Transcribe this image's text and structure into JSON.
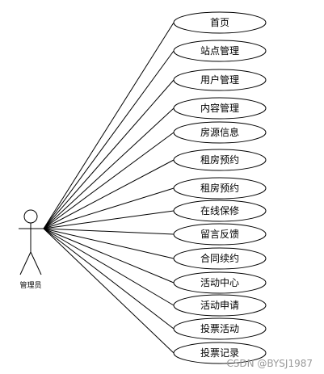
{
  "actor": {
    "name": "管理员"
  },
  "use_cases": [
    "首页",
    "站点管理",
    "用户管理",
    "内容管理",
    "房源信息",
    "租房预约",
    "租房预约",
    "在线保修",
    "留言反馈",
    "合同续约",
    "活动中心",
    "活动申请",
    "投票活动",
    "投票记录"
  ],
  "watermark": "CSDN @BYSJ1987"
}
